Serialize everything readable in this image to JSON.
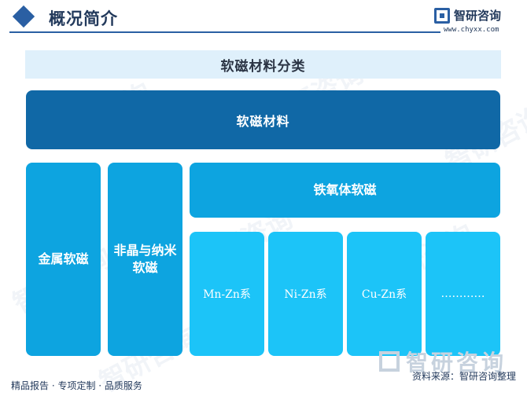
{
  "header": {
    "title": "概况简介",
    "logo_name": "智研咨询",
    "logo_url": "www.chyxx.com"
  },
  "diagram": {
    "title": "软磁材料分类",
    "root": "软磁材料",
    "categories": {
      "metal": "金属软磁",
      "amorphous_line1": "非晶与纳米",
      "amorphous_line2": "软磁",
      "ferrite": "铁氧体软磁"
    },
    "ferrite_types": [
      "Mn-Zn系",
      "Ni-Zn系",
      "Cu-Zn系",
      "…………"
    ]
  },
  "footer": {
    "left": "精品报告 · 专项定制 · 品质服务",
    "source": "资料来源：智研咨询整理"
  },
  "watermark": {
    "text": "智研咨询"
  },
  "colors": {
    "primary": "#1068a6",
    "category": "#0da4e0",
    "subtype": "#1cc4f8",
    "title_bar": "#dff0fb",
    "brand": "#2a5fa3"
  }
}
